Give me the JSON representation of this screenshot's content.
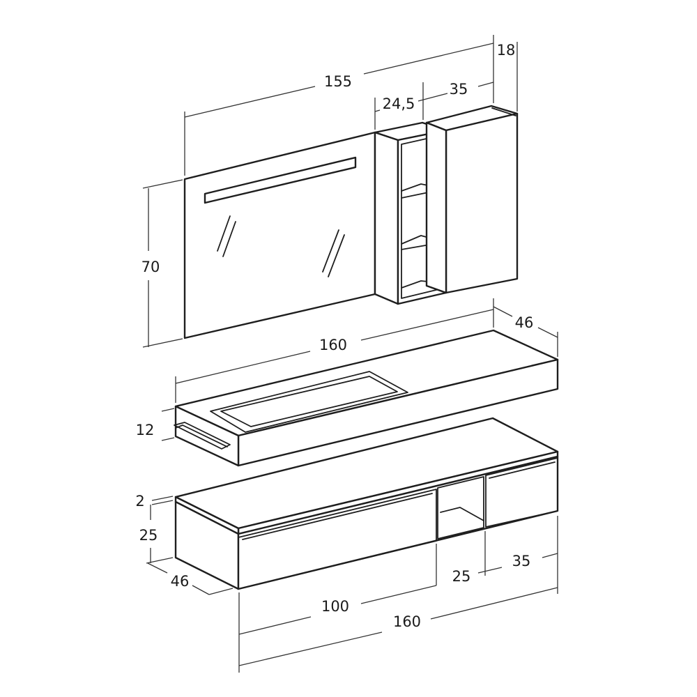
{
  "colors": {
    "line": "#1e1e1e",
    "background": "#ffffff"
  },
  "dimensions": {
    "mirror_width": "155",
    "cabinet_depth": "18",
    "open_shelf_width": "24,5",
    "wall_cabinet_width": "35",
    "mirror_height": "70",
    "top_depth": "46",
    "top_width": "160",
    "top_thickness": "12",
    "plinth_thickness": "2",
    "base_height": "25",
    "base_depth": "46",
    "drawer_right_width": "35",
    "open_niche_width": "25",
    "drawer_left_width": "100",
    "base_width": "160"
  }
}
